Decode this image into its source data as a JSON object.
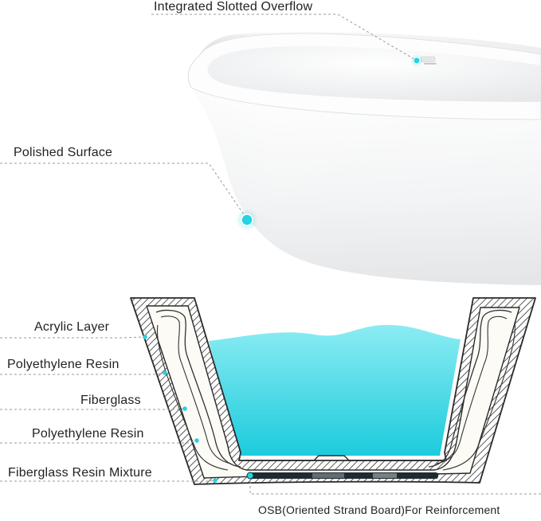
{
  "labels": {
    "integrated_overflow": "Integrated Slotted Overflow",
    "polished_surface": "Polished  Surface",
    "acrylic_layer": "Acrylic Layer",
    "polyethylene_resin_1": "Polyethylene Resin",
    "fiberglass": "Fiberglass",
    "polyethylene_resin_2": "Polyethylene Resin",
    "fiberglass_resin_mixture": "Fiberglass Resin Mixture",
    "osb_reinforcement": "OSB(Oriented Strand Board)For Reinforcement"
  },
  "colors": {
    "marker": "#23d3e3",
    "water_top": "#7ee9f2",
    "water_bottom": "#1ccbdc",
    "leader_line": "#9a9a9a",
    "outline": "#2a2a2a"
  }
}
